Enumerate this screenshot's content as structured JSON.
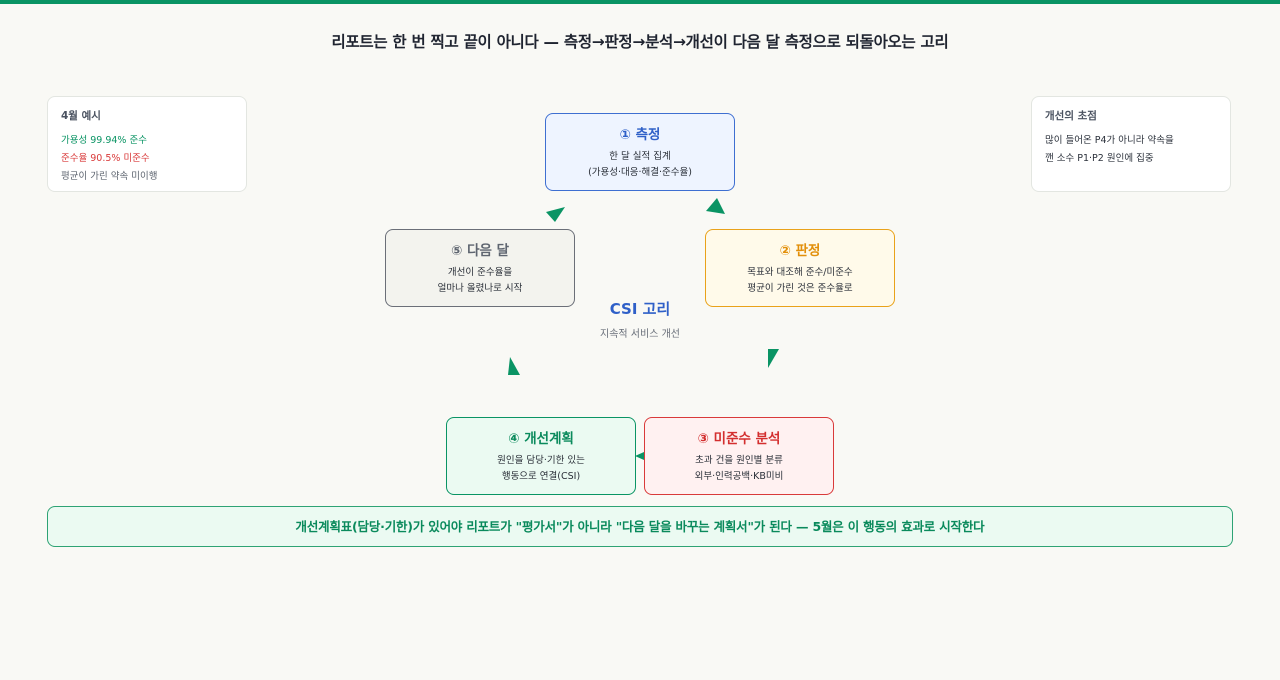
{
  "title": "리포트는 한 번 찍고 끝이 아니다 — 측정→판정→분석→개선이 다음 달 측정으로 되돌아오는 고리",
  "left_card": {
    "heading": "4월 예시",
    "lines": [
      "가용성 99.94% 준수",
      "준수율 90.5% 미준수",
      "평균이 가린 약속 미이행"
    ]
  },
  "right_card": {
    "heading": "개선의 초점",
    "lines": [
      "많이 들어온 P4가 아니라 약속을",
      "깬 소수 P1·P2 원인에 집중"
    ]
  },
  "nodes": [
    {
      "title": "① 측정",
      "lines": [
        "한 달 실적 집계",
        "(가용성·대응·해결·준수율)"
      ]
    },
    {
      "title": "② 판정",
      "lines": [
        "목표와 대조해 준수/미준수",
        "평균이 가린 것은 준수율로"
      ]
    },
    {
      "title": "③ 미준수 분석",
      "lines": [
        "초과 건을 원인별 분류",
        "외부·인력공백·KB미비"
      ]
    },
    {
      "title": "④ 개선계획",
      "lines": [
        "원인을 담당·기한 있는",
        "행동으로 연결(CSI)"
      ]
    },
    {
      "title": "⑤ 다음 달",
      "lines": [
        "개선이 준수율을",
        "얼마나 올렸나로 시작"
      ]
    }
  ],
  "center": {
    "title": "CSI 고리",
    "subtitle": "지속적 서비스 개선"
  },
  "footer": "개선계획표(담당·기한)가 있어야 리포트가 \"평가서\"가 아니라 \"다음 달을 바꾸는 계획서\"가 된다 — 5월은 이 행동의 효과로 시작한다",
  "colors": {
    "accent": "#0a9464",
    "measure": "#3e6fd1",
    "judge": "#e9a21a",
    "analysis": "#d93a3a",
    "plan": "#0a9464",
    "next": "#6b6f78"
  }
}
